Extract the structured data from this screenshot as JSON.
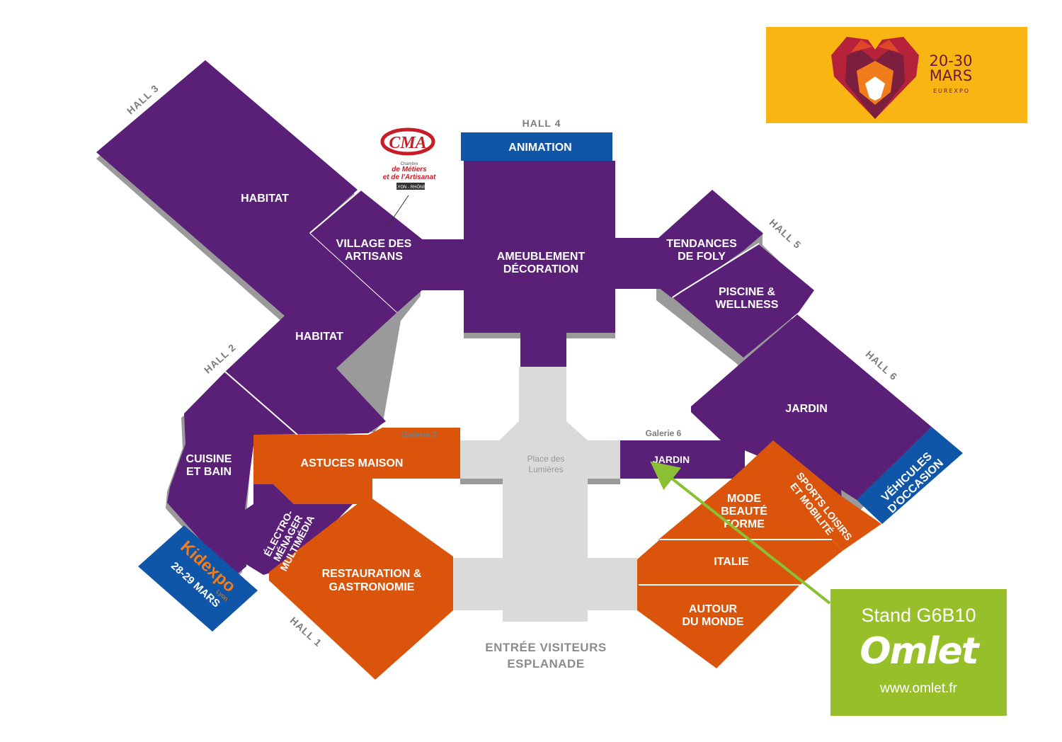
{
  "colors": {
    "purple": "#5a2078",
    "orange": "#db540b",
    "grey": "#dadada",
    "blue": "#0f56a8",
    "green": "#97bf2a",
    "event_yellow": "#f8b514"
  },
  "halls": {
    "hall1": "HALL 1",
    "hall2": "HALL 2",
    "hall3": "HALL 3",
    "hall4": "HALL 4",
    "hall5": "HALL 5",
    "hall6": "HALL 6"
  },
  "galleries": {
    "g2": "Galerie 2",
    "g6": "Galerie 6"
  },
  "zones": {
    "habitat_top": "HABITAT",
    "village_line1": "VILLAGE DES",
    "village_line2": "ARTISANS",
    "animation": "ANIMATION",
    "ameublement_line1": "AMEUBLEMENT",
    "ameublement_line2": "DÉCORATION",
    "tendances_line1": "TENDANCES",
    "tendances_line2": "DE FOLY",
    "piscine_line1": "PISCINE &",
    "piscine_line2": "WELLNESS",
    "habitat_mid": "HABITAT",
    "jardin_h6": "JARDIN",
    "vehicules_line1": "VÉHICULES",
    "vehicules_line2": "D'OCCASION",
    "cuisine_line1": "CUISINE",
    "cuisine_line2": "ET BAIN",
    "astuces": "ASTUCES MAISON",
    "electro_line1": "ÉLECTRO-",
    "electro_line2": "MÉNAGER",
    "electro_line3": "MULTIMÉDIA",
    "jardin_g6": "JARDIN",
    "mode_line1": "MODE",
    "mode_line2": "BEAUTÉ",
    "mode_line3": "FORME",
    "sports_line1": "SPORTS LOISIRS",
    "sports_line2": "ET MOBILITÉ",
    "italie": "ITALIE",
    "restauration_line1": "RESTAURATION  &",
    "restauration_line2": "GASTRONOMIE",
    "autour_line1": "AUTOUR",
    "autour_line2": "DU MONDE"
  },
  "place": {
    "line1": "Place des",
    "line2": "Lumières"
  },
  "entree": {
    "line1": "ENTRÉE VISITEURS",
    "line2": "ESPLANADE"
  },
  "cma": {
    "logo": "CMA",
    "line1": "Chambre",
    "line2": "de Métiers",
    "line3": "et de l'Artisanat",
    "line4": "LYON - RHÔNE"
  },
  "kidexpo": {
    "name": "Kidexpo",
    "city": "Lyon",
    "dates": "28-29 MARS"
  },
  "event": {
    "dates_line1": "20-30",
    "dates_line2": "MARS",
    "venue": "EUREXPO"
  },
  "stand": {
    "label": "Stand G6B10",
    "brand": "Omlet",
    "url": "www.omlet.fr"
  }
}
